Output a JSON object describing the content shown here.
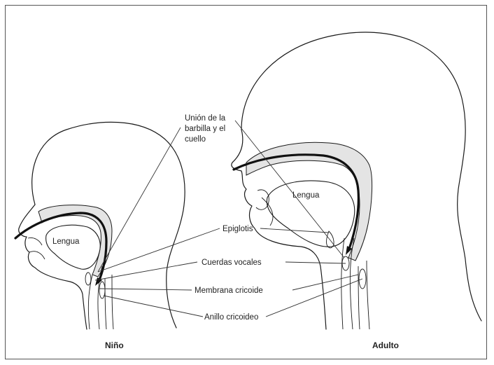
{
  "labels": {
    "union": [
      "Unión de la",
      "barbilla y el",
      "cuello"
    ],
    "lengua_child": "Lengua",
    "lengua_adult": "Lengua",
    "epiglotis": "Epiglotis",
    "cuerdas": "Cuerdas vocales",
    "membrana": "Membrana cricoide",
    "anillo": "Anillo cricoideo"
  },
  "captions": {
    "child": "Niño",
    "adult": "Adulto"
  }
}
